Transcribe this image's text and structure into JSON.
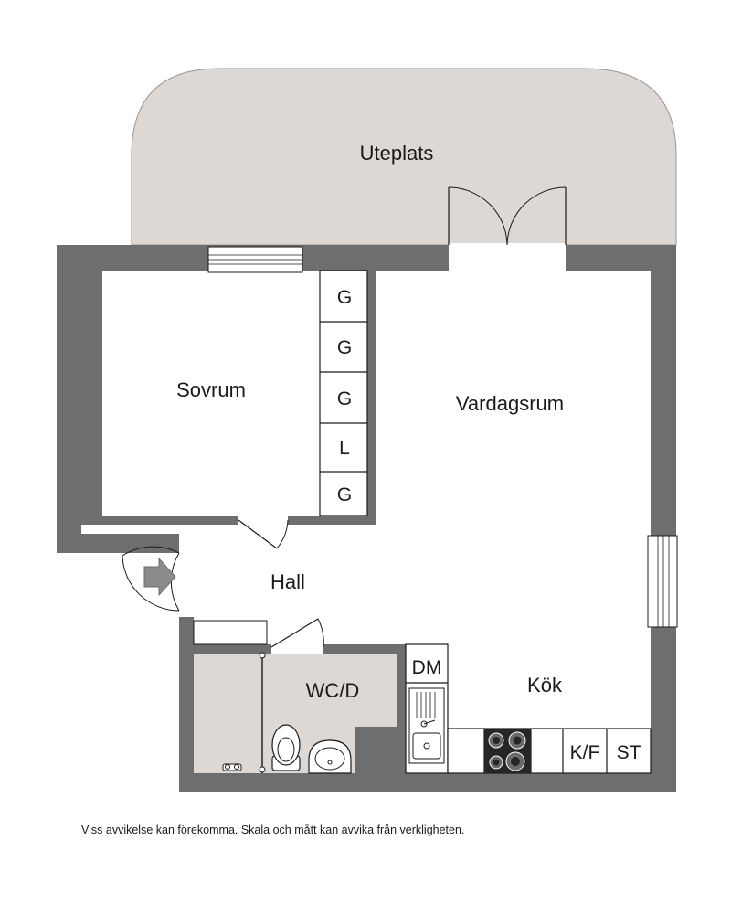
{
  "rooms": {
    "terrace": "Uteplats",
    "bedroom": "Sovrum",
    "living_room": "Vardagsrum",
    "hall": "Hall",
    "wc": "WC/D",
    "kitchen": "Kök"
  },
  "wardrobes": [
    "G",
    "G",
    "G",
    "L",
    "G"
  ],
  "kitchen_units": {
    "dishwasher": "DM",
    "fridge_freezer": "K/F",
    "cabinet": "ST"
  },
  "disclaimer": "Viss avvikelse kan förekomma. Skala och mått kan avvika från verkligheten.",
  "colors": {
    "wall": "#6d6e70",
    "terrace": "#ddd8d4",
    "wet_room_floor": "#ddd8d4",
    "floor": "#ffffff",
    "line": "#1a1a1a"
  }
}
